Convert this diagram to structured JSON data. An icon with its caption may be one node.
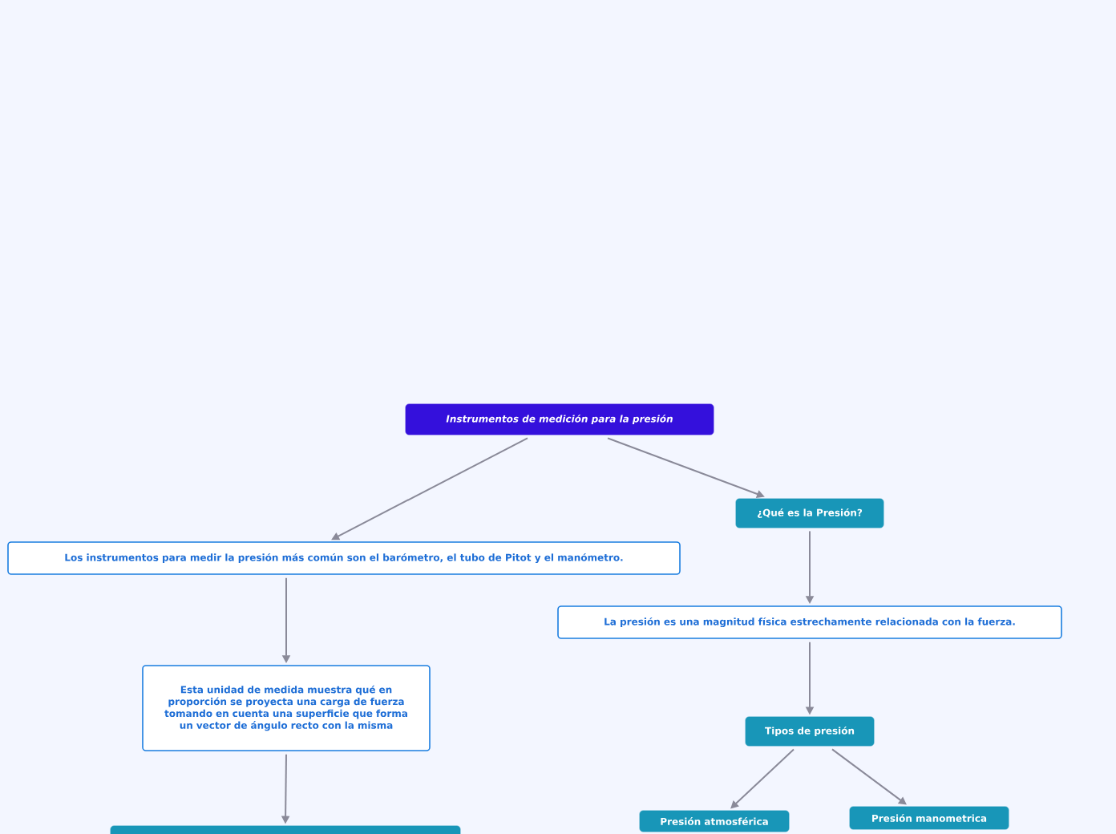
{
  "diagram": {
    "nodes": [
      {
        "text": [
          "Instrumentos de medición para la presión"
        ]
      },
      {
        "text": [
          "Los instrumentos para medir la presión más común son el barómetro, el tubo de Pitot y el manómetro."
        ]
      },
      {
        "text": [
          "¿Qué es la Presión?"
        ]
      },
      {
        "text": [
          "La presión es una magnitud física estrechamente relacionada con la fuerza."
        ]
      },
      {
        "text": [
          "Esta unidad de medida muestra qué en proporción se proyecta una carga de fuerza tomando en cuenta una superficie que forma un vector de ángulo recto con la misma"
        ]
      },
      {
        "text": [
          "Tipos de presión"
        ]
      },
      {
        "text": [
          "Presión atmosférica"
        ]
      },
      {
        "text": [
          "Presión manometrica"
        ]
      },
      {
        "text": [],
        "shape": "box"
      }
    ],
    "edges": [
      {
        "from": 0,
        "to": 1,
        "arrow": "to"
      },
      {
        "from": 0,
        "to": 2,
        "arrow": "to"
      },
      {
        "from": 2,
        "to": 3,
        "arrow": "to"
      },
      {
        "from": 1,
        "to": 4,
        "arrow": "to"
      },
      {
        "from": 3,
        "to": 5,
        "arrow": "to"
      },
      {
        "from": 5,
        "to": 6,
        "arrow": "to"
      },
      {
        "from": 5,
        "to": 7,
        "arrow": "to"
      },
      {
        "from": 4,
        "to": 8,
        "arrow": "to"
      }
    ]
  }
}
